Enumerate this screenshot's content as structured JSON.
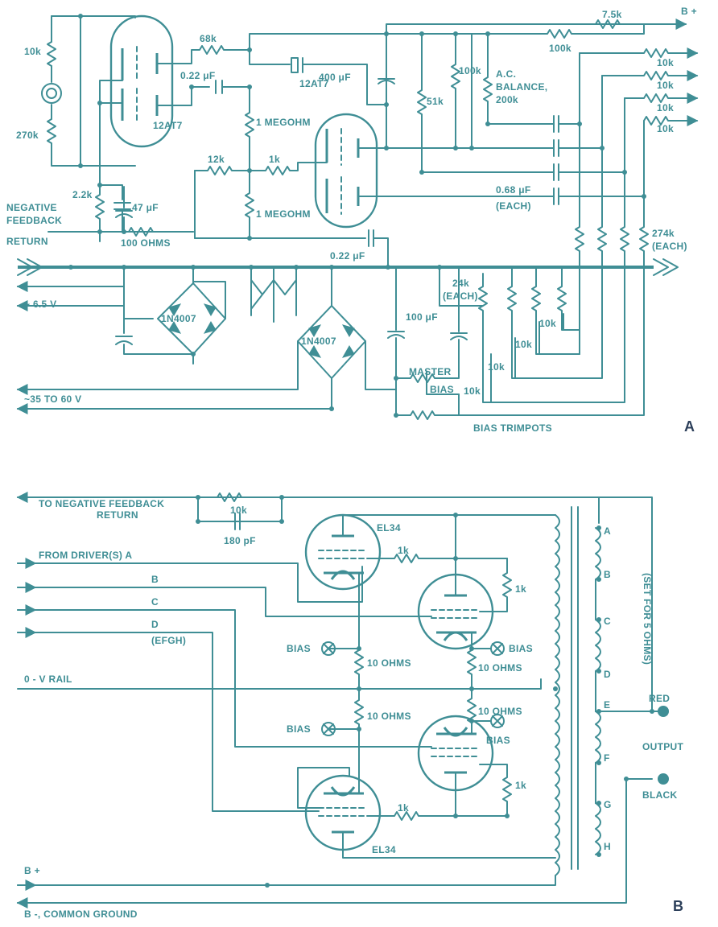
{
  "colors": {
    "ink": "#3f8e95",
    "panel_letter": "#2c3f5a",
    "background": "#ffffff"
  },
  "panel_a": {
    "letter": "A",
    "r_10k": "10k",
    "r_270k": "270k",
    "r_68k": "68k",
    "c_022_top": "0.22 μF",
    "tube1": "12AT7",
    "tube2": "12AT7",
    "c_400": "400 μF",
    "r_100k_a": "100k",
    "r_75k": "7.5k",
    "b_plus": "B +",
    "r_100k_b": "100k",
    "out_10k_1": "10k",
    "out_10k_2": "10k",
    "out_10k_3": "10k",
    "out_10k_4": "10k",
    "ac_balance_1": "A.C.",
    "ac_balance_2": "BALANCE,",
    "ac_balance_3": "200k",
    "r_51k": "51k",
    "r_1meg_1": "1 MEGOHM",
    "r_1meg_2": "1 MEGOHM",
    "r_12k": "12k",
    "r_1k": "1k",
    "r_22k": "2.2k",
    "c_47": "47 μF",
    "nfb_1": "NEGATIVE",
    "nfb_2": "FEEDBACK",
    "nfb_3": "RETURN",
    "r_100ohm": "100 OHMS",
    "c_068_1": "0.68 μF",
    "c_068_2": "(EACH)",
    "r_274_1": "274k",
    "r_274_2": "(EACH)",
    "c_022_bot": "0.22 μF",
    "v_65": "~ 6.5 V",
    "diode1": "1N4007",
    "diode2": "1N4007",
    "r_24k_1": "24k",
    "r_24k_2": "(EACH)",
    "c_100": "100 μF",
    "master_1": "MASTER",
    "master_2": "BIAS",
    "pot_10k_1": "10k",
    "pot_10k_2": "10k",
    "pot_10k_3": "10k",
    "pot_10k_4": "10k",
    "v_35": "~35 TO 60 V",
    "trimpots": "BIAS TRIMPOTS"
  },
  "panel_b": {
    "letter": "B",
    "nfb_to_1": "TO NEGATIVE FEEDBACK",
    "nfb_to_2": "RETURN",
    "r_10k": "10k",
    "c_180": "180 pF",
    "tube_top": "EL34",
    "tube_bot": "EL34",
    "from_a": "FROM DRIVER(S) A",
    "in_b": "B",
    "in_c": "C",
    "in_d": "D",
    "in_efgh": "(EFGH)",
    "zero_rail": "0 - V RAIL",
    "r_1k_1": "1k",
    "r_1k_2": "1k",
    "r_1k_3": "1k",
    "r_1k_4": "1k",
    "bias_1": "BIAS",
    "bias_2": "BIAS",
    "bias_3": "BIAS",
    "bias_4": "BIAS",
    "ohm_1": "10 OHMS",
    "ohm_2": "10 OHMS",
    "ohm_3": "10 OHMS",
    "ohm_4": "10 OHMS",
    "tap_a": "A",
    "tap_b": "B",
    "tap_c": "C",
    "tap_d": "D",
    "tap_e": "E",
    "tap_f": "F",
    "tap_g": "G",
    "tap_h": "H",
    "set_5": "(SET FOR 5 OHMS)",
    "red": "RED",
    "output": "OUTPUT",
    "black": "BLACK",
    "b_plus": "B +",
    "b_minus": "B -, COMMON GROUND"
  }
}
